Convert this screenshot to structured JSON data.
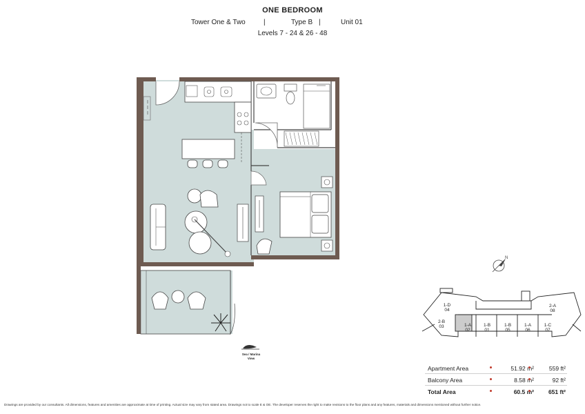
{
  "header": {
    "title": "ONE BEDROOM",
    "tower": "Tower One & Two",
    "separator": "|",
    "type": "Type B",
    "unit": "Unit 01",
    "levels": "Levels 7 - 24 & 26 - 48"
  },
  "view_label": {
    "line1": "Sea / Marina",
    "line2": "View"
  },
  "compass": {
    "label": "N"
  },
  "keyplan": {
    "units": [
      {
        "code": "1-D",
        "num": "04"
      },
      {
        "code": "2-B",
        "num": "03"
      },
      {
        "code": "1-A",
        "num": "02"
      },
      {
        "code": "1-B",
        "num": "01"
      },
      {
        "code": "1-B",
        "num": "05"
      },
      {
        "code": "1-A",
        "num": "06"
      },
      {
        "code": "1-C",
        "num": "07"
      },
      {
        "code": "2-A",
        "num": "08"
      }
    ]
  },
  "areas": {
    "apartment": {
      "label": "Apartment Area",
      "m2": "51.92",
      "m2_unit": "m²",
      "ft": "559",
      "ft_unit": "ft²"
    },
    "balcony": {
      "label": "Balcony Area",
      "m2": "8.58",
      "m2_unit": "m²",
      "ft": "92",
      "ft_unit": "ft²"
    },
    "total": {
      "label": "Total Area",
      "m2": "60.5",
      "m2_unit": "m²",
      "ft": "651",
      "ft_unit": "ft²"
    }
  },
  "disclaimer": "Drawings are provided by our consultants. All dimensions, features and amenities are approximate at time of printing.  Actual size may vary from stated area. Drawings not to scale E & OE. The developer reserves the right to make revisions to the floor plans and any features, materials and dimensions mentioned without further notice.",
  "colors": {
    "floor": "#cfdcdb",
    "wall": "#6e5b51",
    "line": "#444444",
    "accent": "#c0392b"
  }
}
